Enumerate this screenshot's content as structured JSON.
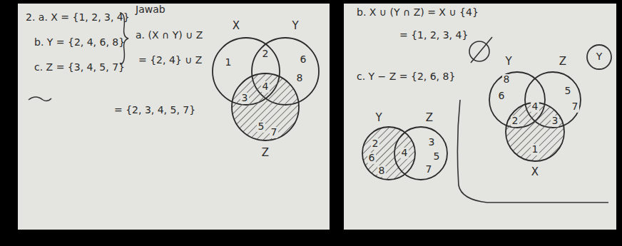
{
  "diagram": {
    "nodes": [
      {
        "text": [
          "X"
        ]
      },
      {
        "text": [
          "Y"
        ]
      },
      {
        "text": [
          "Z"
        ]
      },
      {
        "text": [
          "Y"
        ]
      },
      {
        "text": [
          "Z"
        ]
      },
      {
        "text": [
          "X"
        ]
      },
      {
        "text": [
          "Y"
        ]
      },
      {
        "text": [
          "Z"
        ]
      }
    ],
    "labels": [
      "2. a. X = {1, 2, 3, 4}",
      "b. Y = {2, 4, 6, 8}",
      "c. Z = {3, 4, 5, 7}",
      "Jawab",
      "a. (X ∩ Y) ∪ Z",
      "= {2, 4} ∪ Z",
      "= {2, 3, 4, 5, 7}",
      "1",
      "2",
      "6",
      "8",
      "4",
      "3",
      "5",
      "7",
      "b. X ∪ (Y ∩ Z) = X ∪ {4}",
      "= {1, 2, 3, 4}",
      "c. Y − Z = {2, 6, 8}",
      "8",
      "6",
      "4",
      "2",
      "3",
      "5",
      "7",
      "1",
      "2",
      "6",
      "8",
      "4",
      "3",
      "5",
      "7",
      "Y"
    ]
  }
}
